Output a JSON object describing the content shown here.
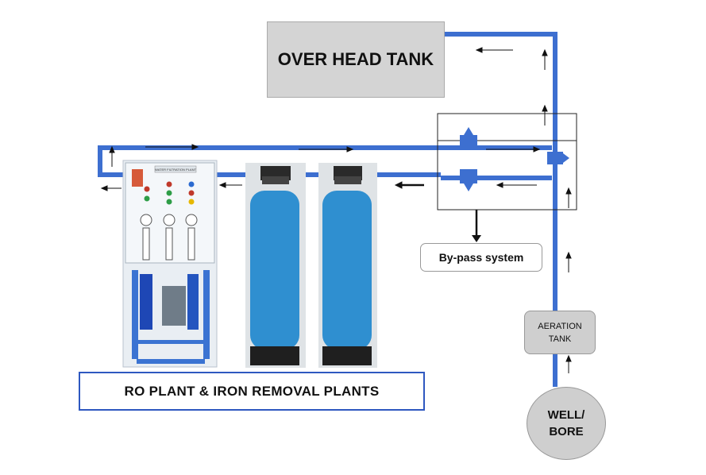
{
  "title_box": {
    "label": "OVER HEAD TANK"
  },
  "bypass": {
    "label": "By-pass system"
  },
  "aeration": {
    "line1": "AERATION",
    "line2": "TANK"
  },
  "well": {
    "line1": "WELL/",
    "line2": "BORE"
  },
  "caption": {
    "label": "RO PLANT & IRON REMOVAL PLANTS"
  },
  "ro_panel": {
    "header": "WATER FILTRATION PLANT"
  },
  "colors": {
    "pipe": "#3d6fd0",
    "box": "#d4d4d4",
    "vessel": "#2f8fd0",
    "arrow": "#111111"
  }
}
